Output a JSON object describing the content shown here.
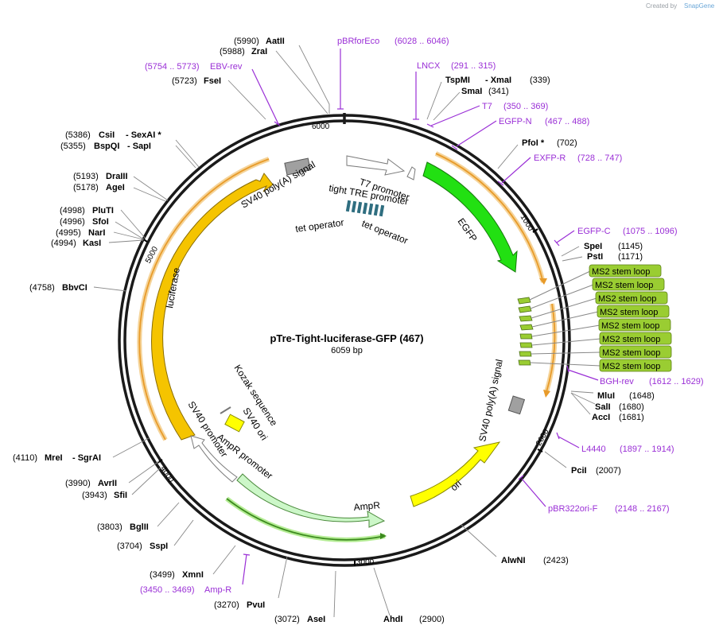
{
  "brand": {
    "created_by": "Created by",
    "name": "SnapGene"
  },
  "map": {
    "title": "pTre-Tight-luciferase-GFP (467)",
    "length_label": "6059 bp",
    "total_bp": 6059,
    "tick_labels": [
      "1000",
      "2000",
      "3000",
      "4000",
      "5000",
      "6000"
    ]
  },
  "enzymes": [
    {
      "id": "aatii",
      "name": "AatII",
      "pos": "(5990)"
    },
    {
      "id": "zrai",
      "name": "ZraI",
      "pos": "(5988)"
    },
    {
      "id": "fsei",
      "name": "FseI",
      "pos": "(5723)"
    },
    {
      "id": "csii",
      "name": "CsiI",
      "extra": "- SexAI *",
      "pos": "(5386)"
    },
    {
      "id": "bspqi",
      "name": "BspQI",
      "extra": "- SapI",
      "pos": "(5355)"
    },
    {
      "id": "draiii",
      "name": "DraIII",
      "pos": "(5193)"
    },
    {
      "id": "agei",
      "name": "AgeI",
      "pos": "(5178)"
    },
    {
      "id": "pluti",
      "name": "PluTI",
      "pos": "(4998)"
    },
    {
      "id": "sfoi",
      "name": "SfoI",
      "pos": "(4996)"
    },
    {
      "id": "nari",
      "name": "NarI",
      "pos": "(4995)"
    },
    {
      "id": "kasi",
      "name": "KasI",
      "pos": "(4994)"
    },
    {
      "id": "bbvci",
      "name": "BbvCI",
      "pos": "(4758)"
    },
    {
      "id": "mrei",
      "name": "MreI",
      "extra": "- SgrAI",
      "pos": "(4110)"
    },
    {
      "id": "avrii",
      "name": "AvrII",
      "pos": "(3990)"
    },
    {
      "id": "sfii",
      "name": "SfiI",
      "pos": "(3943)"
    },
    {
      "id": "bglii",
      "name": "BglII",
      "pos": "(3803)"
    },
    {
      "id": "sspi",
      "name": "SspI",
      "pos": "(3704)"
    },
    {
      "id": "xmni",
      "name": "XmnI",
      "pos": "(3499)"
    },
    {
      "id": "pvui",
      "name": "PvuI",
      "pos": "(3270)"
    },
    {
      "id": "asei",
      "name": "AseI",
      "pos": "(3072)"
    },
    {
      "id": "ahdi",
      "name": "AhdI",
      "pos": "(2900)"
    },
    {
      "id": "alwni",
      "name": "AlwNI",
      "pos": "(2423)"
    },
    {
      "id": "pcii",
      "name": "PciI",
      "pos": "(2007)"
    },
    {
      "id": "acci",
      "name": "AccI",
      "pos": "(1681)"
    },
    {
      "id": "sali",
      "name": "SalI",
      "pos": "(1680)"
    },
    {
      "id": "mlui",
      "name": "MluI",
      "pos": "(1648)"
    },
    {
      "id": "psti",
      "name": "PstI",
      "pos": "(1171)"
    },
    {
      "id": "spei",
      "name": "SpeI",
      "pos": "(1145)"
    },
    {
      "id": "pfoi",
      "name": "PfoI *",
      "pos": "(702)"
    },
    {
      "id": "smai",
      "name": "SmaI",
      "pos": "(341)"
    },
    {
      "id": "tspmi",
      "name": "TspMI",
      "extra": "- XmaI",
      "pos": "(339)"
    }
  ],
  "primers": [
    {
      "id": "pbrforeco",
      "name": "pBRforEco",
      "range": "(6028 .. 6046)"
    },
    {
      "id": "ebvrev",
      "name": "EBV-rev",
      "range": "(5754 .. 5773)"
    },
    {
      "id": "lncx",
      "name": "LNCX",
      "range": "(291 .. 315)"
    },
    {
      "id": "t7",
      "name": "T7",
      "range": "(350 .. 369)"
    },
    {
      "id": "egfpn",
      "name": "EGFP-N",
      "range": "(467 .. 488)"
    },
    {
      "id": "exfpr",
      "name": "EXFP-R",
      "range": "(728 .. 747)"
    },
    {
      "id": "egfpc",
      "name": "EGFP-C",
      "range": "(1075 .. 1096)"
    },
    {
      "id": "bghrev",
      "name": "BGH-rev",
      "range": "(1612 .. 1629)"
    },
    {
      "id": "l4440",
      "name": "L4440",
      "range": "(1897 .. 1914)"
    },
    {
      "id": "pbr322orif",
      "name": "pBR322ori-F",
      "range": "(2148 .. 2167)"
    },
    {
      "id": "amprprimer",
      "name": "Amp-R",
      "range": "(3450 .. 3469)"
    }
  ],
  "features": {
    "sv40_polya_top": "SV40 poly(A) signal",
    "t7_promoter": "T7 promoter",
    "tight_tre_promoter": "tight TRE promoter",
    "tet_operator_1": "tet operator",
    "tet_operator_2": "tet operator",
    "egfp": "EGFP",
    "luciferase": "luciferase",
    "sv40_polya_right": "SV40 poly(A) signal",
    "ori": "ori",
    "ampr": "AmpR",
    "ampr_promoter": "AmpR promoter",
    "sv40_promoter": "SV40 promoter",
    "sv40_ori": "SV40 ori",
    "kozak": "Kozak sequence"
  },
  "ms2_loops": [
    "MS2 stem loop",
    "MS2 stem loop",
    "MS2 stem loop",
    "MS2 stem loop",
    "MS2 stem loop",
    "MS2 stem loop",
    "MS2 stem loop",
    "MS2 stem loop"
  ],
  "colors": {
    "backbone": "#1a1a1a",
    "egfp": "#22e012",
    "luciferase": "#f5c400",
    "ori": "#ffff00",
    "ampr": "#ccf7c8",
    "primer": "#9a2fd6",
    "ms2": "#9acd32",
    "polya": "#a0a0a0",
    "operator": "#2f6e80",
    "mrna": "#f0a030"
  }
}
